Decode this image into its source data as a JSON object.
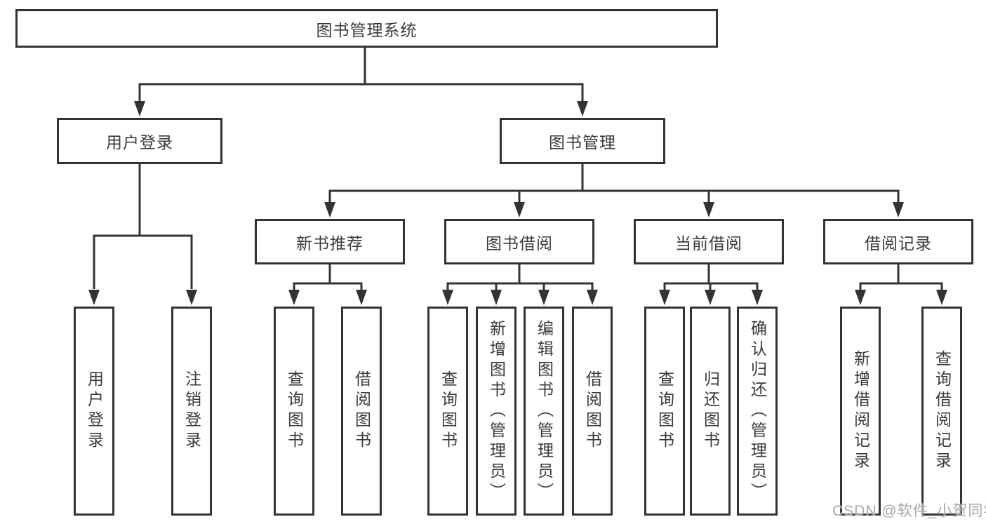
{
  "diagram": {
    "root": "图书管理系统",
    "level2": {
      "user_login": "用户登录",
      "book_management": "图书管理"
    },
    "level3": {
      "new_book_recommend": "新书推荐",
      "book_borrow": "图书借阅",
      "current_borrow": "当前借阅",
      "borrow_records": "借阅记录"
    },
    "leaves": {
      "login": [
        "用户登录",
        "注销登录"
      ],
      "recommend": [
        "查询图书",
        "借阅图书"
      ],
      "borrow": [
        "查询图书",
        "新增图书（管理员）",
        "编辑图书（管理员）",
        "借阅图书"
      ],
      "current": [
        "查询图书",
        "归还图书",
        "确认归还（管理员）"
      ],
      "records": [
        "新增借阅记录",
        "查询借阅记录"
      ]
    }
  },
  "colors": {
    "line": "#333333",
    "text": "#3a3a3a",
    "watermark": "#a6a6a6",
    "background": "#ffffff"
  },
  "watermark": {
    "text": "CSDN @软件_小贺同学"
  }
}
